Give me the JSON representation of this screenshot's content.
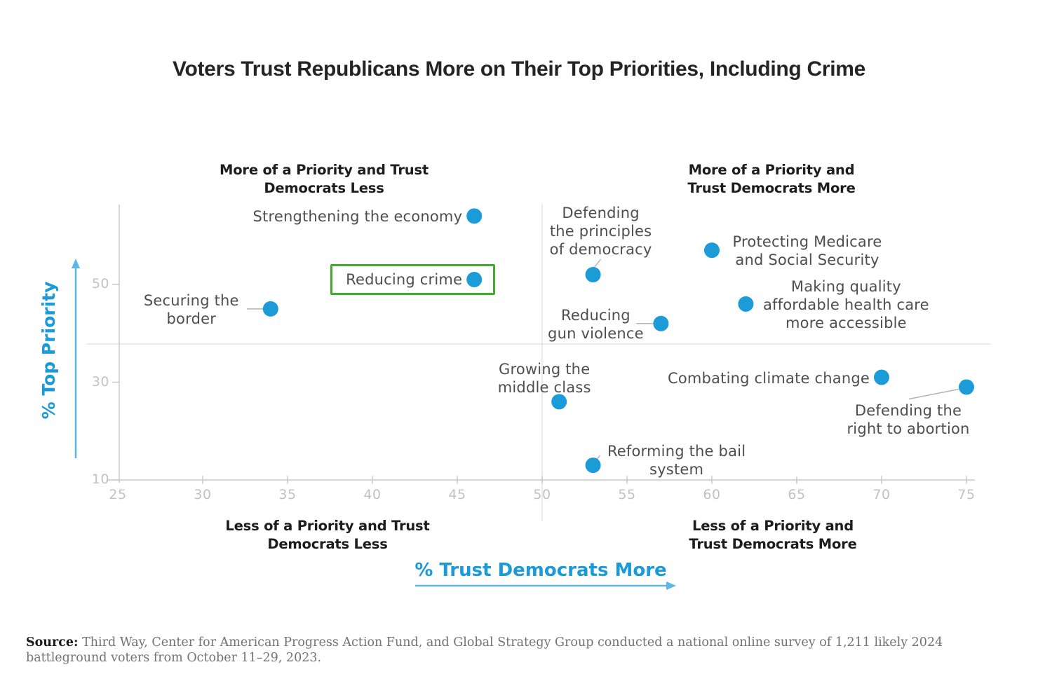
{
  "chart_data": {
    "type": "scatter",
    "title": "Voters Trust Republicans More on Their Top Priorities, Including Crime",
    "xlabel": "% Trust Democrats More",
    "ylabel": "% Top Priority",
    "xlim": [
      25,
      75
    ],
    "ylim": [
      10,
      68
    ],
    "x_ticks": [
      25,
      30,
      35,
      40,
      45,
      50,
      55,
      60,
      65,
      70,
      75
    ],
    "y_ticks": [
      10,
      30,
      50
    ],
    "grid": false,
    "quadrant_dividers": {
      "x": 50,
      "y": 38
    },
    "dot_color": "#1B9BD8",
    "leader_color": "#B5B5B5",
    "highlight_box_color": "#3EAE2A",
    "axis_title_color": "#1B9AD8",
    "arrow_color": "#5AB7E7",
    "quadrant_labels": {
      "top_left": {
        "line1": "More of a Priority and Trust",
        "line2": "Democrats Less"
      },
      "top_right": {
        "line1": "More of a Priority and",
        "line2": "Trust Democrats More"
      },
      "bottom_left": {
        "line1": "Less of a Priority and Trust",
        "line2": "Democrats Less"
      },
      "bottom_right": {
        "line1": "Less of a Priority and",
        "line2": "Trust Democrats More"
      }
    },
    "points": [
      {
        "label": "Strengthening the economy",
        "x": 46,
        "y": 64,
        "lines": [
          "Strengthening the economy"
        ],
        "anchor": "right",
        "dx": -17,
        "dy": 1
      },
      {
        "label": "Reducing crime",
        "x": 46,
        "y": 51,
        "lines": [
          "Reducing crime"
        ],
        "anchor": "right",
        "dx": -17,
        "dy": 0,
        "highlight": true
      },
      {
        "label": "Securing the border",
        "x": 34,
        "y": 45,
        "lines": [
          "Securing the",
          "border"
        ],
        "anchor": "center",
        "dx": -113,
        "dy": 1,
        "leader": [
          -34,
          0,
          -9,
          0
        ]
      },
      {
        "label": "Defending the principles of democracy",
        "x": 53,
        "y": 52,
        "lines": [
          "Defending",
          "the principles",
          "of democracy"
        ],
        "anchor": "center",
        "dx": 11,
        "dy": -62,
        "leader": [
          2,
          -11,
          11,
          -22
        ]
      },
      {
        "label": "Protecting Medicare and Social Security",
        "x": 60,
        "y": 57,
        "lines": [
          "Protecting Medicare",
          "and Social Security"
        ],
        "anchor": "center",
        "dx": 136,
        "dy": 1
      },
      {
        "label": "Making quality affordable health care more accessible",
        "x": 62,
        "y": 46,
        "lines": [
          "Making quality",
          "affordable health care",
          "more accessible"
        ],
        "anchor": "center",
        "dx": 143,
        "dy": 1
      },
      {
        "label": "Reducing gun violence",
        "x": 57,
        "y": 42,
        "lines": [
          "Reducing",
          "gun violence"
        ],
        "anchor": "center",
        "dx": -93,
        "dy": 1,
        "leader": [
          -35,
          0,
          -10,
          0
        ]
      },
      {
        "label": "Growing the middle class",
        "x": 51,
        "y": 26,
        "lines": [
          "Growing the",
          "middle class"
        ],
        "anchor": "center",
        "dx": -21,
        "dy": -33
      },
      {
        "label": "Combating climate change",
        "x": 70,
        "y": 31,
        "lines": [
          "Combating climate change"
        ],
        "anchor": "right",
        "dx": -17,
        "dy": 1
      },
      {
        "label": "Defending the right to abortion",
        "x": 75,
        "y": 29,
        "lines": [
          "Defending the",
          "right to abortion"
        ],
        "anchor": "center",
        "dx": -83,
        "dy": 47,
        "leader": [
          -82,
          17,
          -11,
          3
        ]
      },
      {
        "label": "Reforming the bail system",
        "x": 53,
        "y": 13,
        "lines": [
          "Reforming the bail",
          "system"
        ],
        "anchor": "center",
        "dx": 119,
        "dy": -7,
        "leader": [
          2,
          -5,
          10,
          -14
        ]
      }
    ]
  },
  "source": {
    "label": "Source:",
    "text": "Third Way, Center for American Progress Action Fund, and Global Strategy Group conducted a national online survey of 1,211 likely 2024 battleground voters from October 11–29, 2023."
  }
}
